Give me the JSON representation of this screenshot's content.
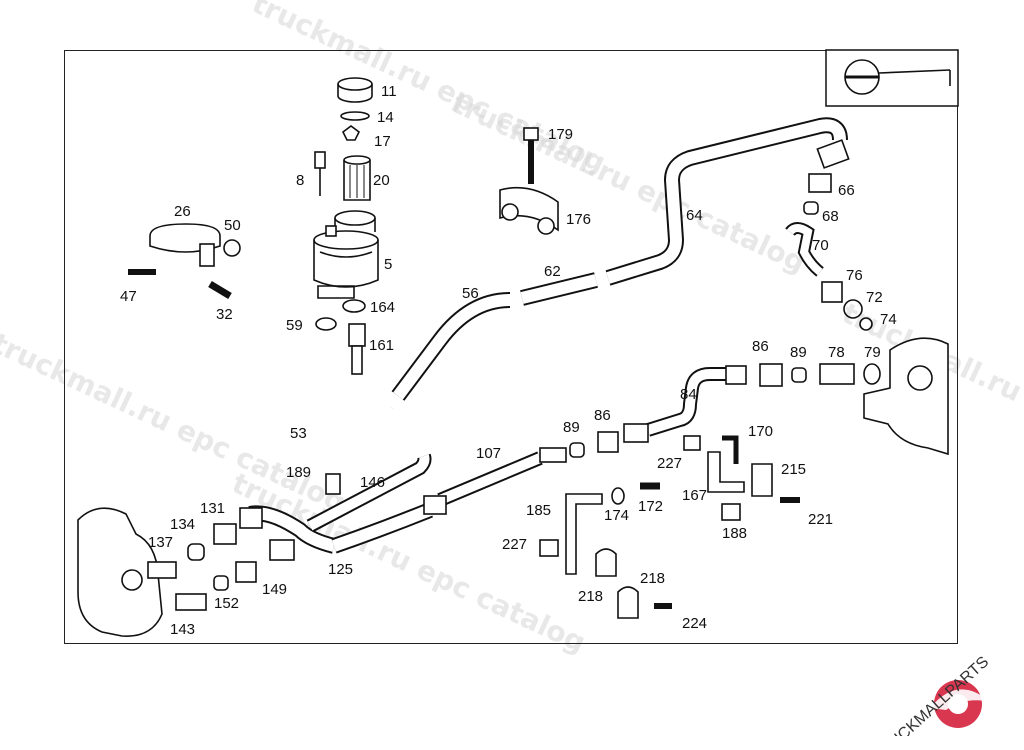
{
  "watermark": {
    "text_1": "truckmall.ru epc catalog",
    "text_2": "truckmall.ru epc catalog",
    "text_3": "truckmall.ru epc catalog",
    "text_4": "truckmall.ru epc catalog",
    "text_5": "truckmall.ru epc catalog"
  },
  "brand": {
    "name": "TRUCKMALLPARTS",
    "accent_color": "#d9364f"
  },
  "diagram": {
    "icon": "steering-wheel-icon",
    "callouts": {
      "c11": "11",
      "c14": "14",
      "c17": "17",
      "c20": "20",
      "c8": "8",
      "c5": "5",
      "c26": "26",
      "c50": "50",
      "c47": "47",
      "c32": "32",
      "c164": "164",
      "c59": "59",
      "c161": "161",
      "c53": "53",
      "c189": "189",
      "c146": "146",
      "c179": "179",
      "c176": "176",
      "c56": "56",
      "c62": "62",
      "c64": "64",
      "c66": "66",
      "c68": "68",
      "c70": "70",
      "c76": "76",
      "c72": "72",
      "c74": "74",
      "c86a": "86",
      "c89a": "89",
      "c78": "78",
      "c79": "79",
      "c84": "84",
      "c107": "107",
      "c89b": "89",
      "c86b": "86",
      "c227a": "227",
      "c170": "170",
      "c215": "215",
      "c167": "167",
      "c188": "188",
      "c221": "221",
      "c174": "174",
      "c172": "172",
      "c185": "185",
      "c227b": "227",
      "c218a": "218",
      "c218b": "218",
      "c224": "224",
      "c131": "131",
      "c134": "134",
      "c137": "137",
      "c125": "125",
      "c149": "149",
      "c152": "152",
      "c143": "143"
    }
  }
}
